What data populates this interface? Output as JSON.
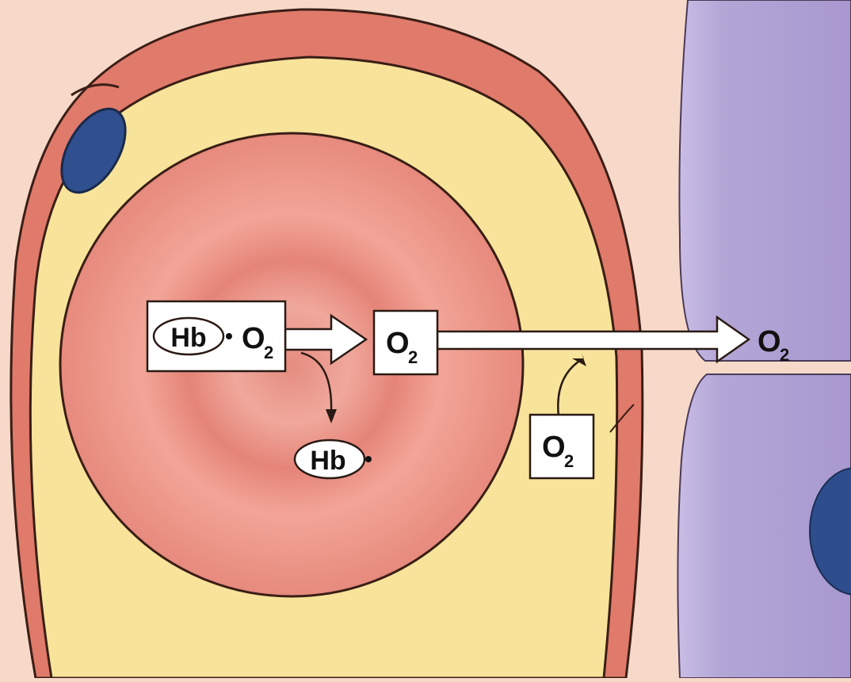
{
  "diagram": {
    "labels": {
      "hbo2_complex": {
        "hb": "Hb",
        "o2": "O",
        "sub": "2"
      },
      "o2_in_rbc": {
        "o2": "O",
        "sub": "2"
      },
      "hb_released": {
        "hb": "Hb"
      },
      "o2_plasma": {
        "o2": "O",
        "sub": "2"
      },
      "o2_tissue": {
        "o2": "O",
        "sub": "2"
      }
    },
    "colors": {
      "background": "#f6d9c8",
      "capillary_wall": "#e07a6a",
      "plasma": "#f7e39a",
      "red_blood_cell": "#e88d80",
      "endothelial_nucleus": "#2f4f8f",
      "tissue_cell": "#b3a6d6",
      "tissue_nucleus": "#2d4d8c",
      "arrow_fill": "#ffffff",
      "outline": "#2a1a14"
    }
  }
}
